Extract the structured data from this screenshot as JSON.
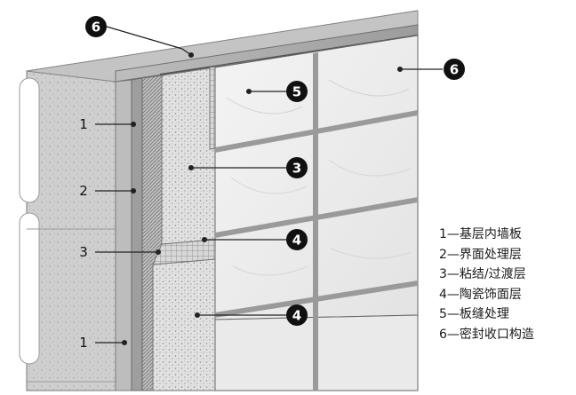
{
  "callouts": {
    "c_top6": "6",
    "c_right6": "6",
    "c_5": "5",
    "c_3mid": "3",
    "c_4a": "4",
    "c_4b": "4",
    "l_1top": "1",
    "l_2": "2",
    "l_3": "3",
    "l_1bot": "1"
  },
  "legend": [
    "1—基层内墙板",
    "2—界面处理层",
    "3—粘结/过渡层",
    "4—陶瓷饰面层",
    "5—板缝处理",
    "6—密封收口构造"
  ]
}
